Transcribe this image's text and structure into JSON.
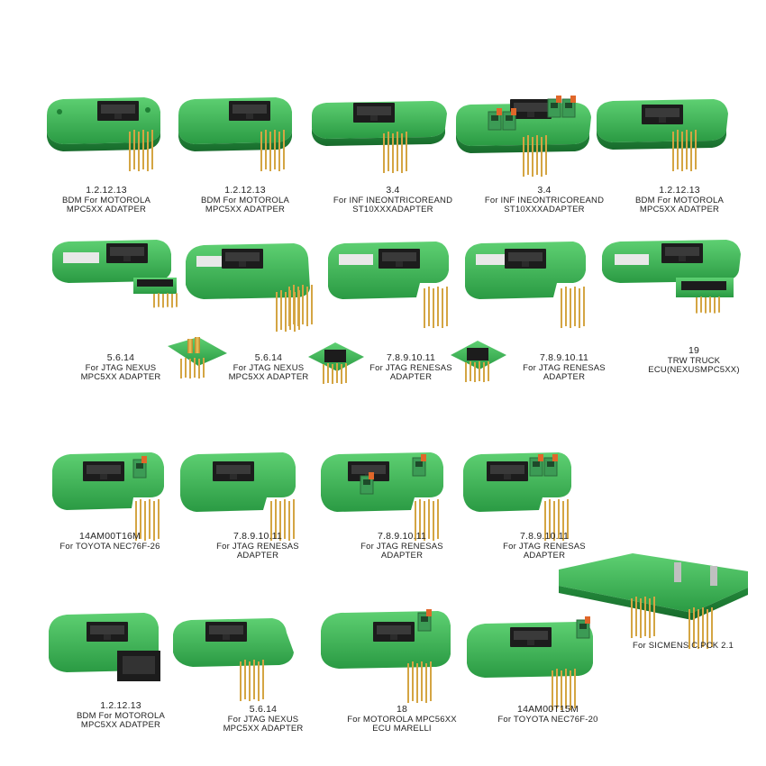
{
  "colors": {
    "board": "#2ea84a",
    "board_light": "#56c66b",
    "board_dark": "#1f7f35",
    "connector": "#202020",
    "pin_gold": "#d6a53a",
    "terminal_green": "#3c9b55",
    "terminal_orange": "#e0672a",
    "caption_text": "#222222"
  },
  "boards": [
    {
      "id": "r1-1",
      "kind": "flat-pins",
      "lines": [
        "1.2.12.13",
        "BDM For MOTOROLA",
        "MPC5XX ADATPER"
      ]
    },
    {
      "id": "r1-2",
      "kind": "flat-pins",
      "lines": [
        "1.2.12.13",
        "BDM For MOTOROLA",
        "MPC5XX ADATPER"
      ]
    },
    {
      "id": "r1-3",
      "kind": "flat-pins",
      "lines": [
        "3.4",
        "For INF INEONTRICOREAND",
        "ST10XXXADAPTER"
      ]
    },
    {
      "id": "r1-4",
      "kind": "terminals",
      "lines": [
        "3.4",
        "For INF INEONTRICOREAND",
        "ST10XXXADAPTER"
      ]
    },
    {
      "id": "r1-5",
      "kind": "flat-pins",
      "lines": [
        "1.2.12.13",
        "BDM For MOTOROLA",
        "MPC5XX ADATPER"
      ]
    },
    {
      "id": "r2-1",
      "kind": "extension",
      "lines": [
        "5.6.14",
        "For JTAG NEXUS",
        "MPC5XX ADAPTER"
      ]
    },
    {
      "id": "r2-2",
      "kind": "wide-pins",
      "lines": [
        "5.6.14",
        "For JTAG NEXUS",
        "MPC5XX ADAPTER"
      ]
    },
    {
      "id": "r2-3",
      "kind": "l-shape",
      "lines": [
        "7.8.9.10.11",
        "For JTAG RENESAS",
        "ADAPTER"
      ]
    },
    {
      "id": "r2-4",
      "kind": "l-shape",
      "lines": [
        "7.8.9.10.11",
        "For JTAG RENESAS",
        "ADAPTER"
      ]
    },
    {
      "id": "r2-5",
      "kind": "extension",
      "lines": [
        "19",
        "TRW TRUCK",
        "ECU(NEXUSMPC5XX)"
      ]
    },
    {
      "id": "r3-1",
      "kind": "t-terminal",
      "lines": [
        "14AM00T16M",
        "For TOYOTA NEC76F-26"
      ]
    },
    {
      "id": "r3-2",
      "kind": "t-shape",
      "lines": [
        "7.8.9.10.11",
        "For JTAG RENESAS",
        "ADAPTER"
      ]
    },
    {
      "id": "r3-3",
      "kind": "t-terminal2",
      "lines": [
        "7.8.9.10.11",
        "For JTAG RENESAS",
        "ADAPTER"
      ]
    },
    {
      "id": "r3-4",
      "kind": "t-terminal2",
      "lines": [
        "7.8.9.10.11",
        "For JTAG RENESAS",
        "ADAPTER"
      ]
    },
    {
      "id": "r4-1",
      "kind": "socket",
      "lines": [
        "1.2.12.13",
        "BDM For MOTOROLA",
        "MPC5XX ADATPER"
      ]
    },
    {
      "id": "r4-2",
      "kind": "wide-pins",
      "lines": [
        "5.6.14",
        "For JTAG NEXUS",
        "MPC5XX ADAPTER"
      ]
    },
    {
      "id": "r4-3",
      "kind": "terminal-single",
      "lines": [
        "18",
        "For MOTOROLA MPC56XX",
        "ECU MARELLI"
      ]
    },
    {
      "id": "r4-4",
      "kind": "terminal-single",
      "lines": [
        "14AM00T15M",
        "For TOYOTA NEC76F-20"
      ]
    },
    {
      "id": "side",
      "kind": "siemens",
      "lines": [
        "For SICMENS C.PCK 2.1"
      ]
    }
  ],
  "small_boards": [
    {
      "id": "s1",
      "kind": "small-pins"
    },
    {
      "id": "s2",
      "kind": "small-socket"
    },
    {
      "id": "s3",
      "kind": "small-socket"
    }
  ]
}
